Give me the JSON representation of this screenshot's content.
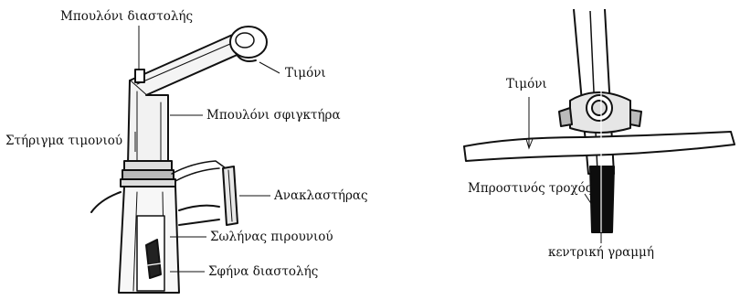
{
  "left_figure": {
    "labels": {
      "expansion_bolt": "Μπουλόνι διαστολής",
      "handlebar": "Τιμόνι",
      "clamp_bolt": "Μπουλόνι σφιγκτήρα",
      "stem": "Στήριγμα τιμονιού",
      "reflector": "Ανακλαστήρας",
      "fork_tube": "Σωλήνας πιρουνιού",
      "expansion_wedge": "Σφήνα διαστολής"
    }
  },
  "right_figure": {
    "labels": {
      "handlebar": "Τιμόνι",
      "front_wheel": "Μπροστινός τροχός",
      "center_line": "κεντρική γραμμή"
    }
  }
}
